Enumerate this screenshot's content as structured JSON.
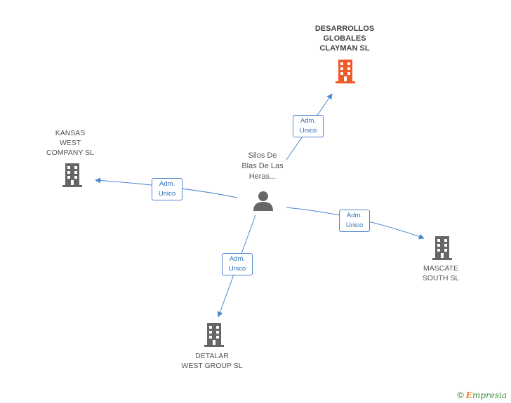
{
  "nodes": {
    "main": {
      "label": [
        "DESARROLLOS",
        "GLOBALES",
        "CLAYMAN SL"
      ],
      "color": "#f05a28"
    },
    "kansas": {
      "label": [
        "KANSAS",
        "WEST",
        "COMPANY SL"
      ],
      "color": "#666666"
    },
    "mascate": {
      "label": [
        "MASCATE",
        "SOUTH SL"
      ],
      "color": "#666666"
    },
    "detalar": {
      "label": [
        "DETALAR",
        "WEST GROUP SL"
      ],
      "color": "#666666"
    },
    "person": {
      "label": [
        "Silos De",
        "Blas De Las",
        "Heras..."
      ],
      "color": "#666666"
    }
  },
  "edges": [
    {
      "id": "to-main",
      "badge": [
        "Adm.",
        "Unico"
      ]
    },
    {
      "id": "to-kansas",
      "badge": [
        "Adm.",
        "Unico"
      ]
    },
    {
      "id": "to-mascate",
      "badge": [
        "Adm.",
        "Unico"
      ]
    },
    {
      "id": "to-detalar",
      "badge": [
        "Adm.",
        "Unico"
      ]
    }
  ],
  "footer": {
    "copyright": "©",
    "brand_initial": "E",
    "brand_rest": "mpresia"
  },
  "colors": {
    "edge": "#4a86cf"
  }
}
